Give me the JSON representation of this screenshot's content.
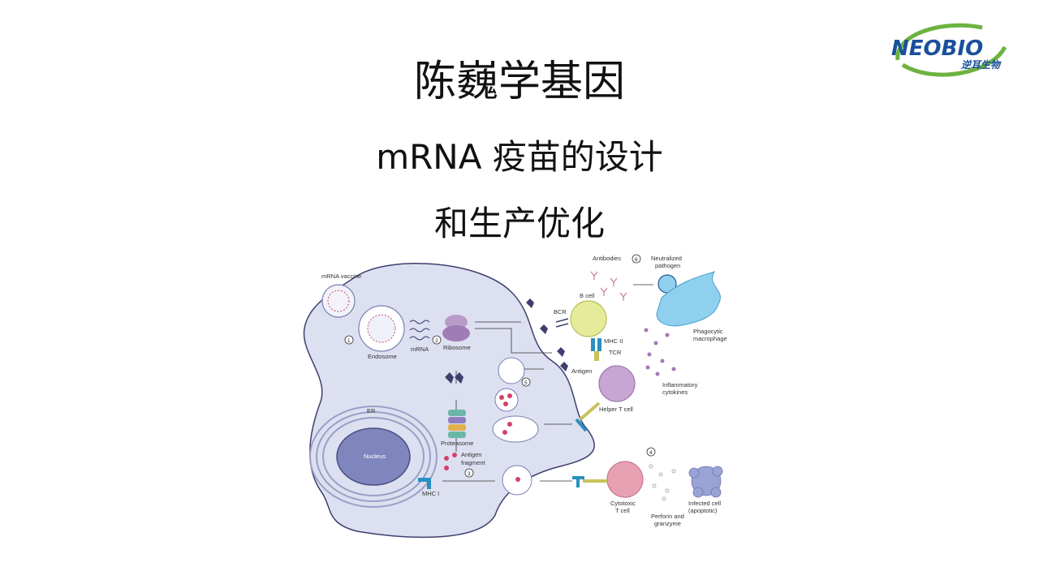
{
  "slide": {
    "title_line1": "陈巍学基因",
    "title_line2": "mRNA 疫苗的设计",
    "title_line3": "和生产优化"
  },
  "logo": {
    "text": "NEOBIO",
    "subtext": "逆耳生物"
  },
  "figure": {
    "labels": {
      "mrna_vaccine": "mRNA vaccine",
      "endosome": "Endosome",
      "mrna": "mRNA",
      "ribosome": "Ribosome",
      "er": "ER",
      "nucleus": "Nucleus",
      "proteasome": "Proteasome",
      "antigen_fragment_1": "Antigen",
      "antigen_fragment_2": "fragment",
      "mhc1": "MHC I",
      "antigen": "Antigen",
      "bcr": "BCR",
      "b_cell": "B cell",
      "mhc2": "MHC II",
      "tcr": "TCR",
      "helper_t": "Helper T cell",
      "antibodies": "Antibodies",
      "neutralized_1": "Neutralized",
      "neutralized_2": "pathogen",
      "phagocytic_1": "Phagocytic",
      "phagocytic_2": "macrophage",
      "inflammatory_1": "Inflammatory",
      "inflammatory_2": "cytokines",
      "cytotoxic_1": "Cytotoxic",
      "cytotoxic_2": "T cell",
      "perforin_1": "Perforin and",
      "perforin_2": "granzyme",
      "infected_1": "Infected cell",
      "infected_2": "(apoptotic)"
    },
    "steps": [
      "1",
      "2",
      "3",
      "4",
      "5",
      "6"
    ],
    "colors": {
      "cell_fill": "#dde0f0",
      "cell_stroke": "#3e3f6e",
      "b_cell": "#e4eb9a",
      "helper_t": "#c7a6d3",
      "cytotoxic_t": "#e7a1b3",
      "macrophage": "#8fd0ef",
      "mhc": "#2a8fc0",
      "tcr": "#c9c25a",
      "antigen_dot": "#d1426a",
      "cytokine": "#a27ab8"
    }
  }
}
